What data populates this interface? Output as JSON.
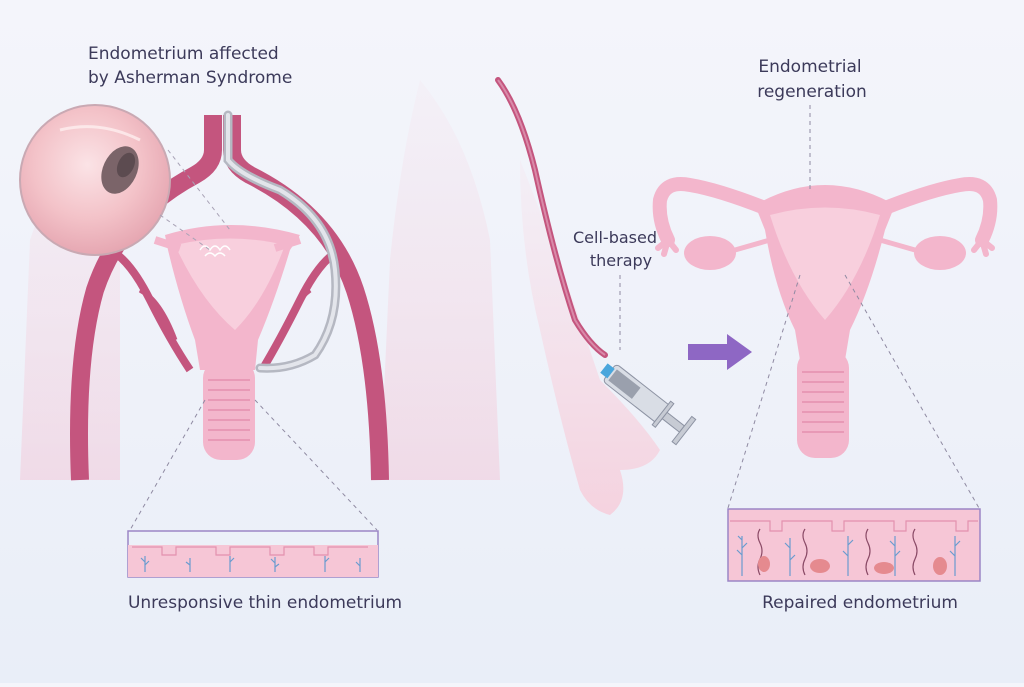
{
  "labels": {
    "affected_line1": "Endometrium affected",
    "affected_line2": "by Asherman Syndrome",
    "therapy_line1": "Cell-based",
    "therapy_line2": "therapy",
    "regen_line1": "Endometrial",
    "regen_line2": "regeneration",
    "thin": "Unresponsive thin endometrium",
    "repaired": "Repaired endometrium"
  },
  "colors": {
    "uterus_pink": "#f3b6cc",
    "uterus_light": "#f8cfdd",
    "vessel": "#c4557e",
    "arrow": "#8e67c4",
    "text": "#3c3a5a",
    "box_border": "#9b86c6"
  }
}
